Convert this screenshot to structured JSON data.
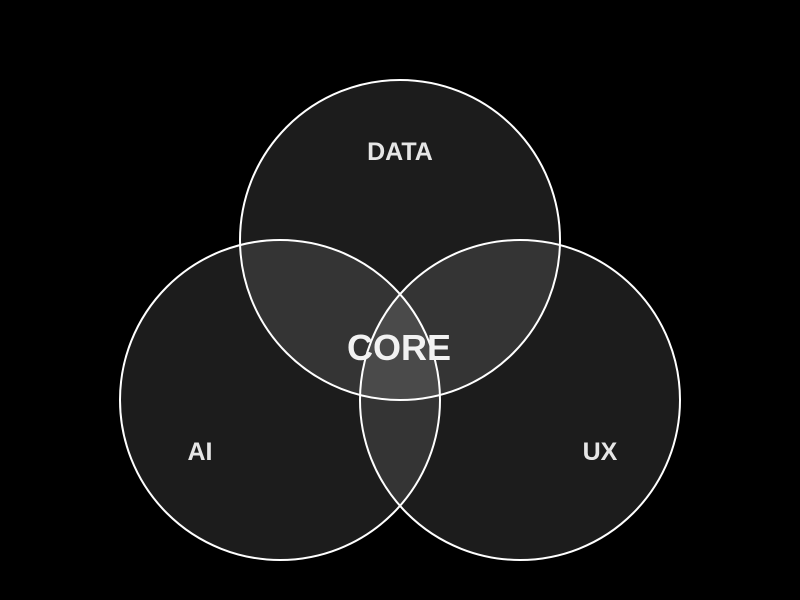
{
  "diagram": {
    "type": "venn",
    "sets": [
      {
        "id": "data",
        "label": "DATA"
      },
      {
        "id": "ai",
        "label": "AI"
      },
      {
        "id": "ux",
        "label": "UX"
      }
    ],
    "intersection_label": "CORE"
  }
}
